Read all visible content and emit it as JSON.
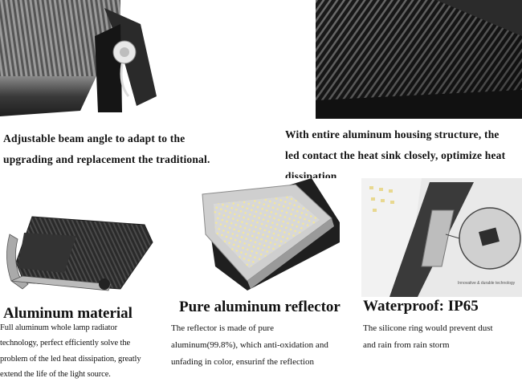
{
  "top_left": {
    "caption_line1": "Adjustable beam angle to adapt to the",
    "caption_line2": "upgrading and replacement the traditional."
  },
  "top_right": {
    "caption_line1": "With entire aluminum housing structure, the",
    "caption_line2": "led contact the heat sink closely, optimize heat",
    "caption_line3": "dissipation"
  },
  "features": [
    {
      "title": "Aluminum material",
      "lines": [
        "Full aluminum whole lamp radiator",
        "technology, perfect efficiently solve the",
        "problem of the led heat dissipation, greatly",
        "extend the life of the light source."
      ]
    },
    {
      "title": "Pure aluminum reflector",
      "lines": [
        "The reflector is made of pure",
        "aluminum(99.8%), which anti-oxidation and",
        "unfading in color, ensurinf the reflection"
      ]
    },
    {
      "title": "Waterproof: IP65",
      "lines": [
        "The silicone ring would prevent dust",
        "and rain from rain storm"
      ],
      "inset_label": "Innovative & durable technology"
    }
  ],
  "colors": {
    "housing": "#2b2b2b",
    "fins": "#1c1c1c",
    "aluminum": "#c9c9c9",
    "led": "#f4e79a"
  }
}
